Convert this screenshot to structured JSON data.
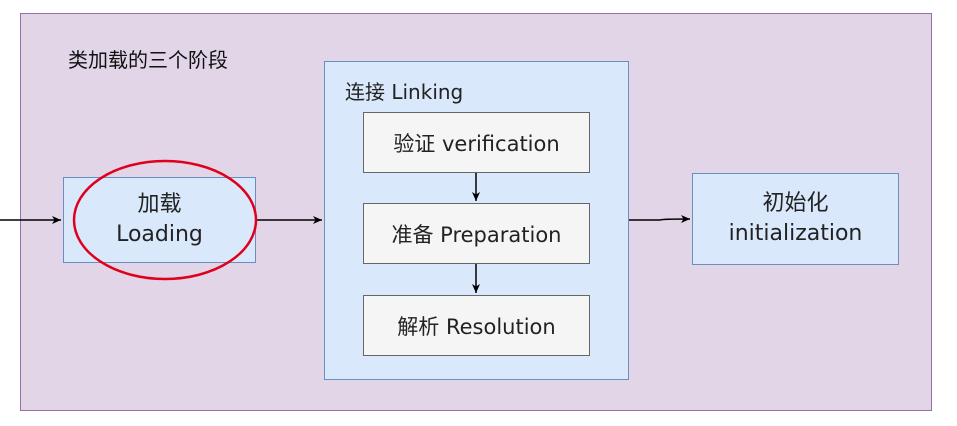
{
  "diagram": {
    "title": "类加载的三个阶段",
    "loading": {
      "line1": "加载",
      "line2": "Loading"
    },
    "linking": {
      "title": "连接 Linking",
      "steps": [
        "验证 verification",
        "准备 Preparation",
        "解析 Resolution"
      ]
    },
    "initialization": {
      "line1": "初始化",
      "line2": "initialization"
    },
    "colors": {
      "outer_fill": "#e1d5e7",
      "outer_stroke": "#9673a6",
      "box_fill": "#dae8fc",
      "box_stroke": "#6c8ebf",
      "step_fill": "#f5f5f5",
      "step_stroke": "#666666",
      "highlight": "#e0001b"
    }
  }
}
